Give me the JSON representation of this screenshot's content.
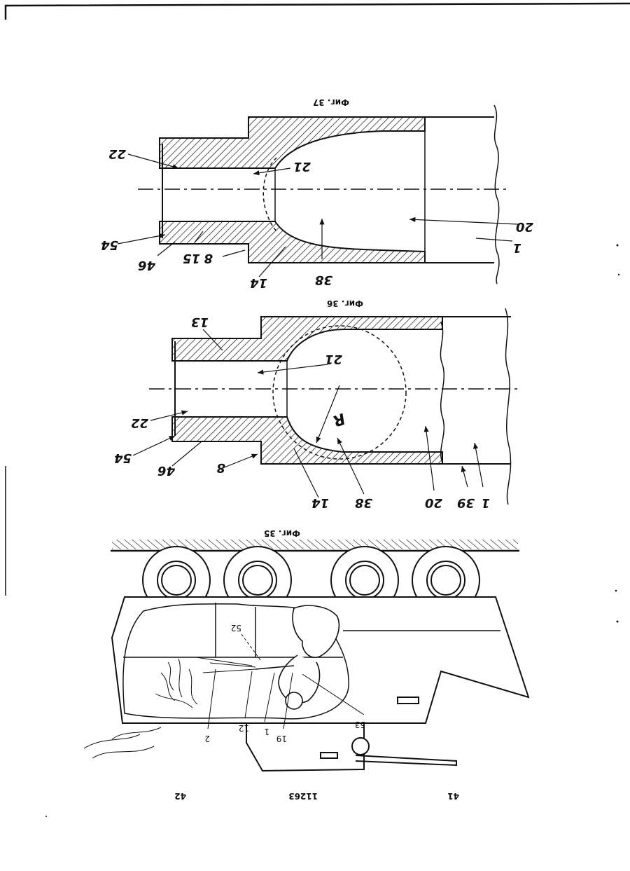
{
  "page": {
    "header_left": "41",
    "header_center": "11263",
    "header_right": "42"
  },
  "figures": {
    "fig35": {
      "caption": "Фиг. 35",
      "labels": [
        "2",
        "12",
        "1",
        "19",
        "52",
        "53"
      ]
    },
    "fig36": {
      "caption": "Фиг. 36",
      "labels": [
        "13",
        "21",
        "22",
        "54",
        "46",
        "8",
        "14",
        "38",
        "20",
        "39",
        "1",
        "R"
      ]
    },
    "fig37": {
      "caption": "Фиг. 37",
      "labels": [
        "22",
        "21",
        "20",
        "1",
        "38",
        "14",
        "8",
        "15",
        "46",
        "54"
      ]
    }
  },
  "colors": {
    "ink": "#111111",
    "paper": "#ffffff"
  }
}
